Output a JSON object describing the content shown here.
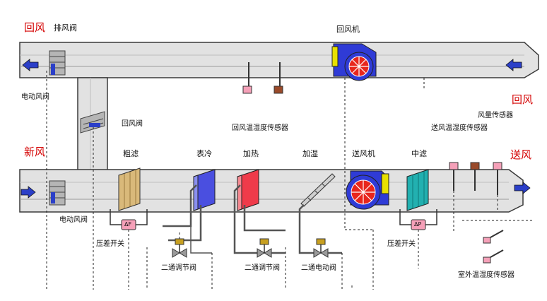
{
  "diagram": {
    "colors": {
      "duct_fill": "#e2e2e2",
      "duct_stroke": "#3a3a3a",
      "fan_blue": "#2f3bd6",
      "fan_red": "#e8261d",
      "fan_yellow": "#e8e000",
      "coarse_filter": "#d9b97a",
      "cooling_coil": "#4a4fe0",
      "heating_coil": "#ef3b4a",
      "medium_filter": "#22b0b0",
      "arrow_blue": "#2b3fc8",
      "label_red": "#d40000",
      "sensor_pink": "#f5a0b8",
      "sensor_brown": "#9a4a2a"
    },
    "labels": {
      "return_air_left": "回风",
      "exhaust_damper": "排风阀",
      "return_fan": "回风机",
      "electric_damper_top": "电动风阀",
      "return_air_right": "回风",
      "fresh_air": "新风",
      "return_damper": "回风阀",
      "return_th_sensor": "回风温湿度传感器",
      "airflow_sensor": "风量传感器",
      "supply_th_sensor": "送风温湿度传感器",
      "supply_air": "送风",
      "coarse_filter": "粗滤",
      "cooling_coil": "表冷",
      "heating_coil": "加热",
      "humidifier": "加湿",
      "supply_fan": "送风机",
      "medium_filter": "中滤",
      "electric_damper_bottom": "电动风阀",
      "dp_switch_1": "压差开关",
      "dp_switch_2": "压差开关",
      "valve_1": "二通调节阀",
      "valve_2": "二通调节阀",
      "valve_3": "二通电动阀",
      "outdoor_th_sensor": "室外温湿度传感器",
      "dp_box_1": "ΔF",
      "dp_box_2": "ΔP"
    }
  }
}
